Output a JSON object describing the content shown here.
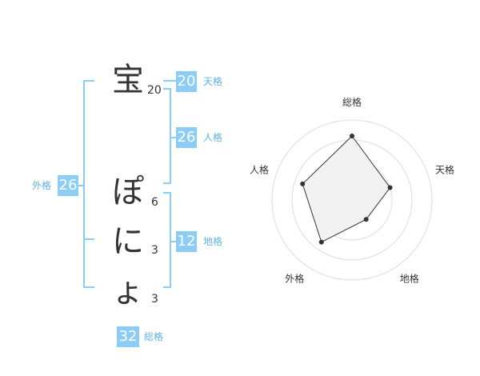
{
  "name_chars": [
    {
      "char": "宝",
      "strokes": "20"
    },
    {
      "char": "ぽ",
      "strokes": "6"
    },
    {
      "char": "に",
      "strokes": "3"
    },
    {
      "char": "ょ",
      "strokes": "3"
    }
  ],
  "kaku": {
    "tenkaku": {
      "value": "20",
      "label": "天格"
    },
    "jinkaku": {
      "value": "26",
      "label": "人格"
    },
    "chikaku": {
      "value": "12",
      "label": "地格"
    },
    "gaikaku": {
      "value": "26",
      "label": "外格"
    },
    "soukaku": {
      "value": "32",
      "label": "総格"
    }
  },
  "colors": {
    "accent": "#8ccdf6",
    "accent_text": "#5fb3e4",
    "polygon_fill": "#f2f2f2"
  },
  "chart_data": {
    "type": "radar",
    "categories": [
      "総格",
      "天格",
      "地格",
      "外格",
      "人格"
    ],
    "values": [
      32,
      20,
      12,
      26,
      26
    ],
    "rmax": 40,
    "rings": 4,
    "grid": true
  }
}
